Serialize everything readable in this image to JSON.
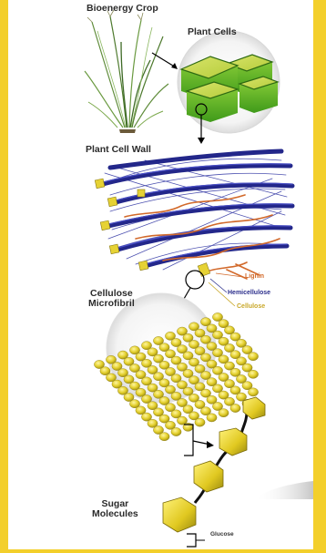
{
  "labels": {
    "crop": "Bioenergy Crop",
    "cells": "Plant Cells",
    "wall": "Plant Cell Wall",
    "microfibril_line1": "Cellulose",
    "microfibril_line2": "Microfibril",
    "sugar_line1": "Sugar",
    "sugar_line2": "Molecules"
  },
  "legend": {
    "lignin": "Lignin",
    "hemicellulose": "Hemicellulose",
    "cellulose": "Cellulose"
  },
  "glucose_label": "Glucose",
  "colors": {
    "frame": "#f3cf2b",
    "cell_green": "#7cc42a",
    "fibril_blue": "#2c2f8c",
    "lignin_orange": "#d2692a",
    "cellulose_yellow": "#e6d234"
  }
}
